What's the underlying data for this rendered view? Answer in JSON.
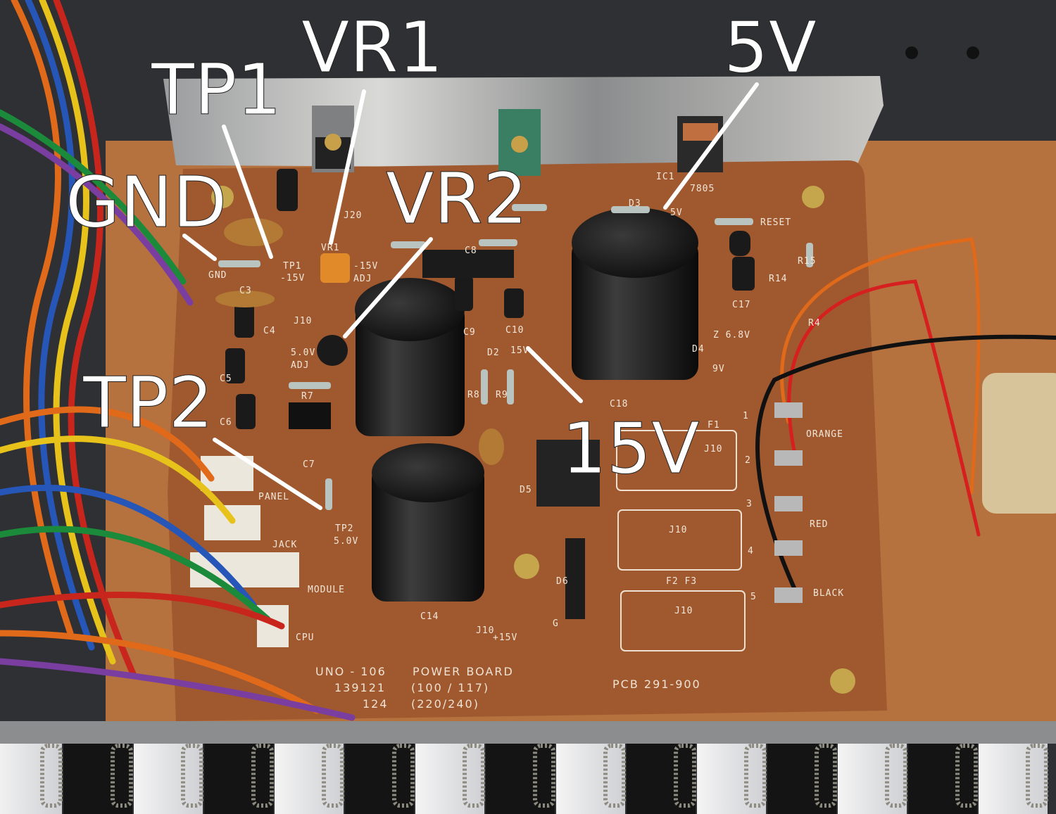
{
  "annotations": {
    "tp1": "TP1",
    "vr1": "VR1",
    "v5": "5V",
    "gnd": "GND",
    "vr2": "VR2",
    "tp2": "TP2",
    "v15": "15V"
  },
  "silkscreen": {
    "model": "UNO - 106",
    "board": "POWER  BOARD",
    "code1": "139121",
    "volt1": "(100 / 117)",
    "code2": "124",
    "volt2": "(220/240)",
    "pcb": "PCB  291-900",
    "orange": "ORANGE",
    "red": "RED",
    "black": "BLACK",
    "panel": "PANEL",
    "jack": "JACK",
    "module": "MODULE",
    "cpu": "CPU",
    "reset": "RESET",
    "gnd_small": "GND",
    "tp1_small": "TP1",
    "m15v": "-15V",
    "vr1_small": "VR1",
    "m15v2": "-15V",
    "adj": "ADJ",
    "v50adj": "5.0V",
    "adj2": "ADJ",
    "tp2_small": "TP2",
    "tp2_v": "5.0V",
    "ic1": "IC1",
    "reg": "7805",
    "d3": "D3",
    "v5_small": "5V",
    "d2": "D2",
    "v15_small": "15V",
    "c3": "C3",
    "c4": "C4",
    "c5": "C5",
    "c6": "C6",
    "c7": "C7",
    "c8": "C8",
    "c9": "C9",
    "c10": "C10",
    "c14": "C14",
    "c17": "C17",
    "c18": "C18",
    "r7": "R7",
    "r8": "R8",
    "r9": "R9",
    "r14": "R14",
    "r15": "R15",
    "r4": "R4",
    "j20": "J20",
    "j10a": "J10",
    "j10b": "J10",
    "j10c": "J10",
    "j10d": "J10",
    "j10e": "J10",
    "plus15v": "+15V",
    "g": "G",
    "f1": "F1",
    "f23": "F2  F3",
    "d4": "D4",
    "z68": "Z 6.8V",
    "v9": "9V",
    "d5": "D5",
    "d6": "D6",
    "n1": "1",
    "n2": "2",
    "n3": "3",
    "n4": "4",
    "n5": "5"
  },
  "colors": {
    "pcb": "#a0592f",
    "wood": "#b5713e",
    "annotation": "#ffffff"
  }
}
